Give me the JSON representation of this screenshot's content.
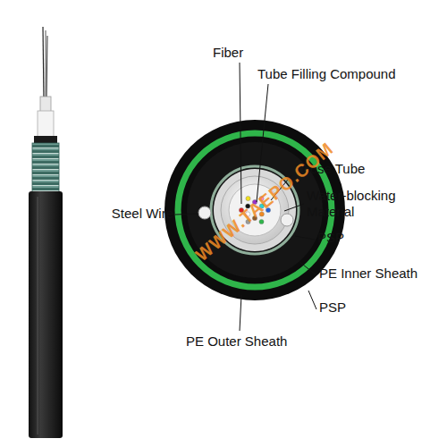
{
  "diagram": {
    "labels": [
      "Fiber",
      "Tube Filling Compound",
      "Loose Tube",
      "Water-blocking Material",
      "Steel Wire",
      "PSP",
      "PE Inner Sheath",
      "PSP",
      "PE Outer Sheath",
      "WWW.TAEPO.COM"
    ]
  }
}
